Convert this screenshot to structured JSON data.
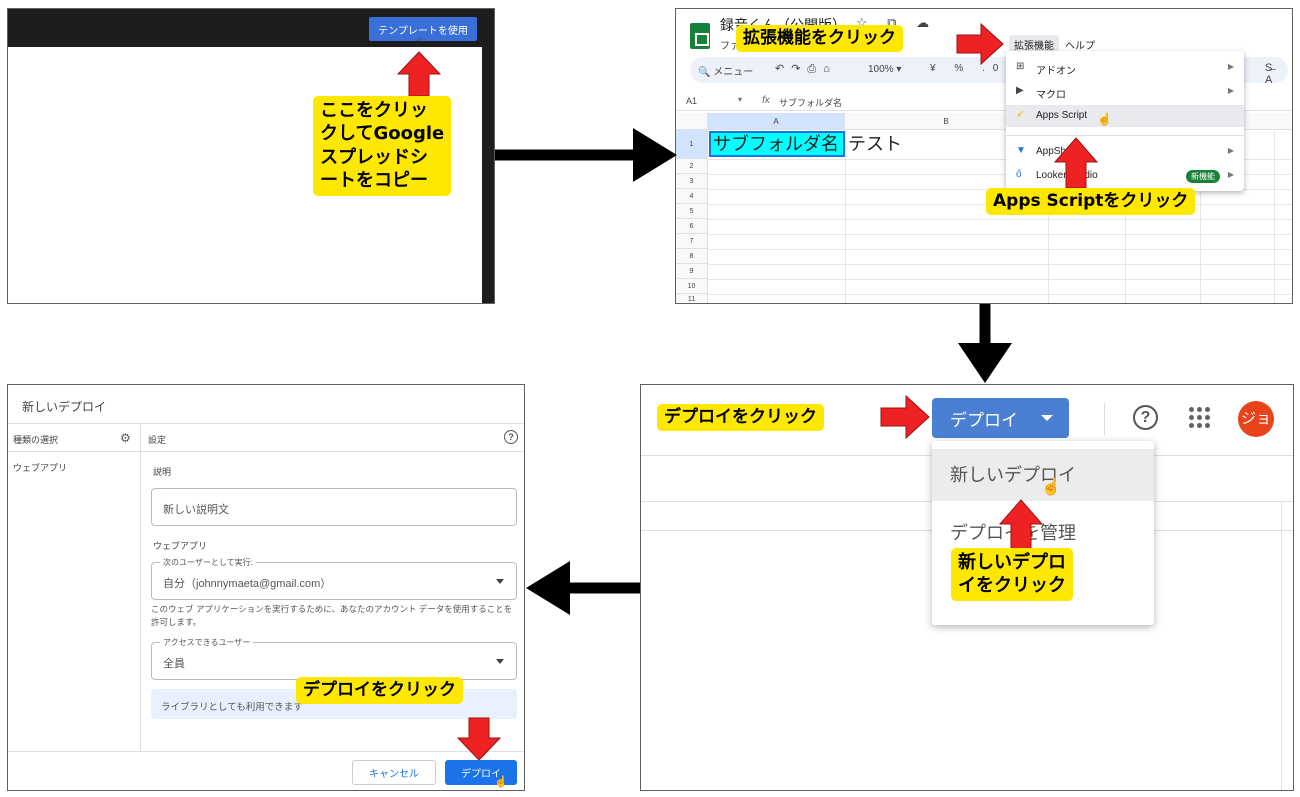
{
  "panel1": {
    "template_button": "テンプレートを使用",
    "callout": "ここをクリッ\nクしてGoogle\nスプレッドシ\nートをコピー"
  },
  "panel2": {
    "doc_title": "録音くん（公開版）",
    "menu_file": "ファ",
    "menu_extensions": "拡張機能",
    "menu_help": "ヘルプ",
    "toolbar_search": "メニュー",
    "toolbar_zoom": "100%",
    "toolbar_currency": "¥",
    "toolbar_percent": "%",
    "toolbar_decimal": ".0",
    "cell_ref": "A1",
    "fx": "fx",
    "formula_value": "サブフォルダ名",
    "columns": [
      "A",
      "B"
    ],
    "rows": [
      "1",
      "2",
      "3",
      "4",
      "5",
      "6",
      "7",
      "8",
      "9",
      "10",
      "11"
    ],
    "cell_a1": "サブフォルダ名",
    "cell_b1": "テスト",
    "menu_items": [
      {
        "icon": "addon-icon",
        "label": "アドオン",
        "has_submenu": true
      },
      {
        "icon": "macro-icon",
        "label": "マクロ",
        "has_submenu": true
      },
      {
        "icon": "apps-script-icon",
        "label": "Apps Script",
        "has_submenu": false
      },
      {
        "icon": "appsheet-icon",
        "label": "AppSheet",
        "has_submenu": true
      },
      {
        "icon": "looker-studio-icon",
        "label": "Looker Studio",
        "has_submenu": true,
        "badge": "新機能"
      }
    ],
    "callout_extensions": "拡張機能をクリック",
    "callout_apps_script": "Apps Scriptをクリック"
  },
  "panel3": {
    "deploy_button": "デプロイ",
    "avatar_initial": "ジョ",
    "menu_items": [
      "新しいデプロイ",
      "デプロイを管理"
    ],
    "callout_deploy": "デプロイをクリック",
    "callout_new_deploy": "新しいデプロ\nイをクリック"
  },
  "panel4": {
    "title": "新しいデプロイ",
    "type_select": "種類の選択",
    "settings": "設定",
    "web_app_type": "ウェブアプリ",
    "description_label": "説明",
    "description_placeholder": "新しい説明文",
    "web_app_section": "ウェブアプリ",
    "execute_as_label": "次のユーザーとして実行:",
    "execute_as_value": "自分（johnnymaeta@gmail.com）",
    "execute_desc": "このウェブ アプリケーションを実行するために、あなたのアカウント データを使用することを許可します。",
    "access_label": "アクセスできるユーザー",
    "access_value": "全員",
    "library_info": "ライブラリとしても利用できます",
    "cancel": "キャンセル",
    "deploy": "デプロイ",
    "callout_deploy": "デプロイをクリック"
  },
  "colors": {
    "callout_yellow": "#ffe800",
    "arrow_red": "#ee2222",
    "sheets_green": "#188038",
    "deploy_blue": "#4a7fd1",
    "avatar_orange": "#e8431a",
    "cell_highlight": "#00ffff"
  }
}
